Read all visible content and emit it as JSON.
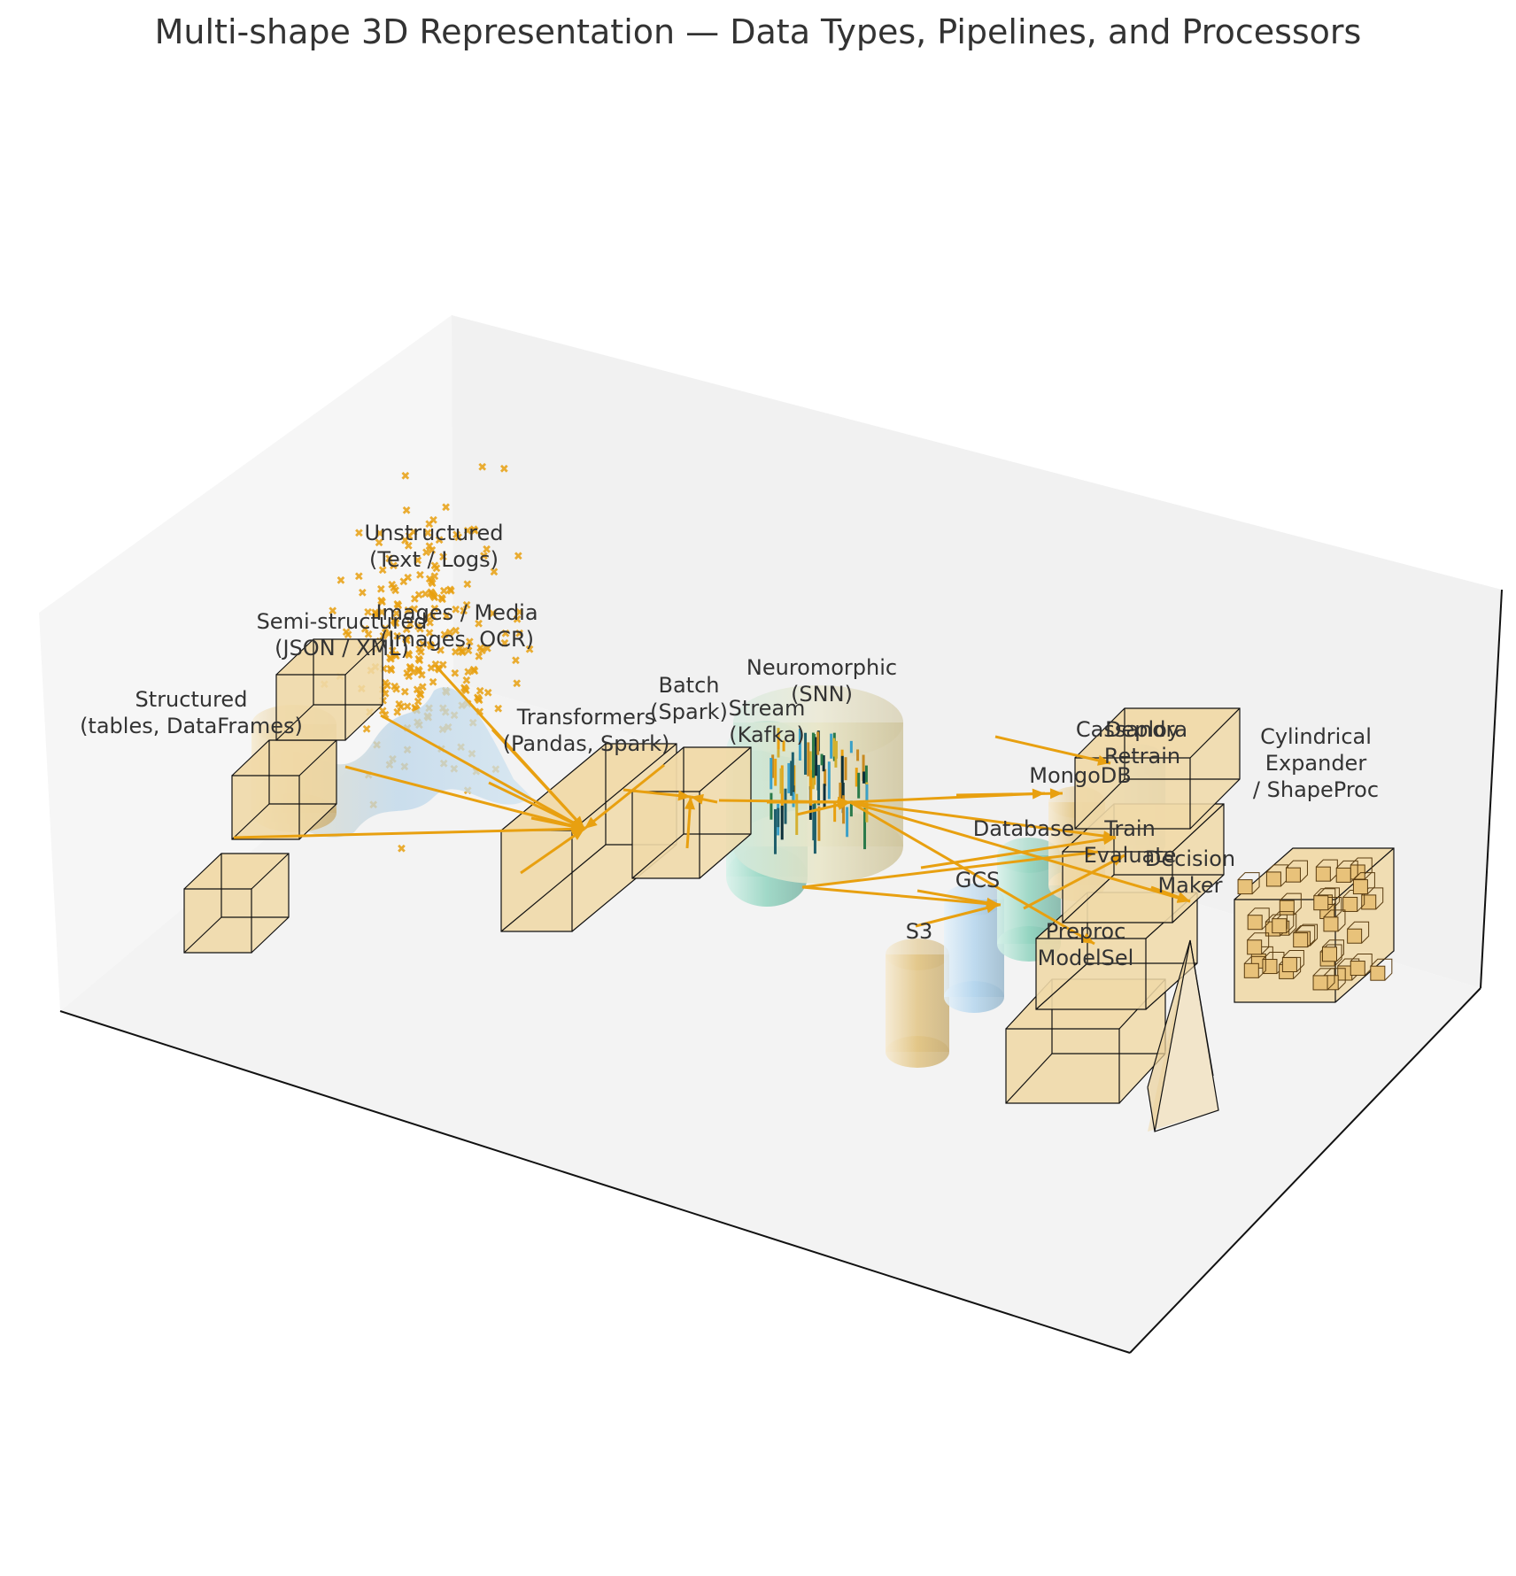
{
  "title": "Multi-shape 3D Representation — Data Types, Pipelines, and Processors",
  "colors": {
    "box_fill": "#f0d9a8",
    "box_edge": "#111111",
    "arrow": "#e8a010",
    "scatter": "#e8a010",
    "blue": "#b9d8ee",
    "teal": "#9fd8c8",
    "tan": "#e4c88a",
    "pane_left": "#f6f6f6",
    "pane_back": "#f1f1f1",
    "pane_floor": "#f3f3f3"
  },
  "labels": {
    "structured": [
      "Structured",
      "(tables, DataFrames)"
    ],
    "semi": [
      "Semi-structured",
      "(JSON / XML)"
    ],
    "unstructured": [
      "Unstructured",
      "(Text / Logs)"
    ],
    "images": [
      "Images / Media",
      "(Images, OCR)"
    ],
    "transformers": [
      "Transformers",
      "(Pandas, Spark)"
    ],
    "batch": [
      "Batch",
      "(Spark)"
    ],
    "stream": [
      "Stream",
      "(Kafka)"
    ],
    "neuro": [
      "Neuromorphic",
      "(SNN)"
    ],
    "cassandra": [
      "Cassandra"
    ],
    "deploy": [
      "Deploy",
      "Retrain"
    ],
    "mongodb": [
      "MongoDB"
    ],
    "database": [
      "Database"
    ],
    "train": [
      "Train",
      "Evaluate"
    ],
    "decision": [
      "Decision",
      "Maker"
    ],
    "gcs": [
      "GCS"
    ],
    "s3": [
      "S3"
    ],
    "preproc": [
      "Preproc",
      "ModelSel"
    ],
    "cylexp": [
      "Cylindrical",
      "Expander",
      "/ ShapeProc"
    ]
  }
}
